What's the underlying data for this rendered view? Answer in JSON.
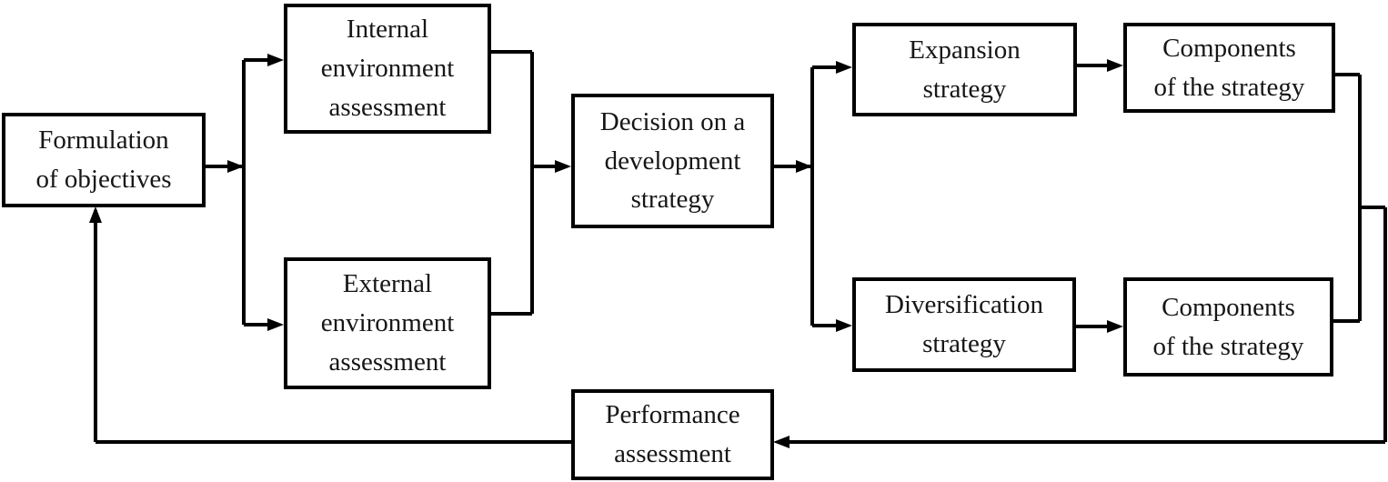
{
  "nodes": {
    "formulation": {
      "label": "Formulation\nof objectives"
    },
    "internal": {
      "label": "Internal\nenvironment\nassessment"
    },
    "external": {
      "label": "External\nenvironment\nassessment"
    },
    "decision": {
      "label": "Decision on a\ndevelopment\nstrategy"
    },
    "expansion": {
      "label": "Expansion\nstrategy"
    },
    "components_top": {
      "label": "Components\nof the strategy"
    },
    "diversification": {
      "label": "Diversification\nstrategy"
    },
    "components_bottom": {
      "label": "Components\nof the strategy"
    },
    "performance": {
      "label": "Performance\nassessment"
    }
  },
  "edges": [
    {
      "from": "formulation",
      "to": "internal"
    },
    {
      "from": "formulation",
      "to": "external"
    },
    {
      "from": "internal",
      "to": "decision"
    },
    {
      "from": "external",
      "to": "decision"
    },
    {
      "from": "decision",
      "to": "expansion"
    },
    {
      "from": "decision",
      "to": "diversification"
    },
    {
      "from": "expansion",
      "to": "components_top"
    },
    {
      "from": "diversification",
      "to": "components_bottom"
    },
    {
      "from": "components_top",
      "to": "performance"
    },
    {
      "from": "components_bottom",
      "to": "performance"
    },
    {
      "from": "performance",
      "to": "formulation"
    }
  ],
  "colors": {
    "line": "#000000",
    "box_border": "#000000",
    "background": "#ffffff",
    "text": "#161616"
  }
}
